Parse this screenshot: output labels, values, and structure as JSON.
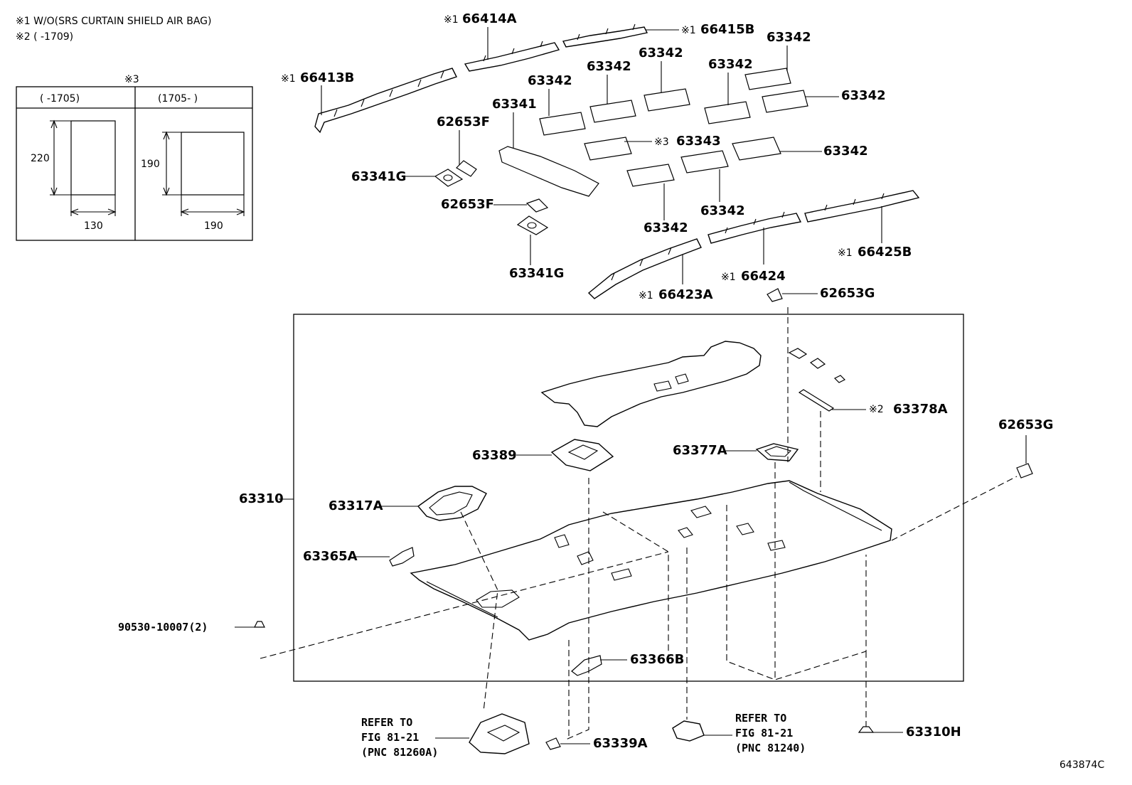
{
  "notes": {
    "note1": "※1 W/O(SRS CURTAIN SHIELD AIR BAG)",
    "note2": "※2 (       -1709)"
  },
  "inset": {
    "title": "※3",
    "col1_header": "(      -1705)",
    "col2_header": "(1705-       )",
    "col1_height": "220",
    "col1_width": "130",
    "col2_height": "190",
    "col2_width": "190"
  },
  "labels": {
    "p66413B": "66413B",
    "p66414A": "66414A",
    "p66415B": "66415B",
    "p63342_a": "63342",
    "p63342_b": "63342",
    "p63342_c": "63342",
    "p63342_d": "63342",
    "p63342_e": "63342",
    "p63342_f": "63342",
    "p63342_g": "63342",
    "p63342_h": "63342",
    "p63342_i": "63342",
    "p63341": "63341",
    "p62653F_a": "62653F",
    "p62653F_b": "62653F",
    "p63341G_a": "63341G",
    "p63341G_b": "63341G",
    "p63343": "63343",
    "p66425B": "66425B",
    "p66424": "66424",
    "p66423A": "66423A",
    "p62653G_a": "62653G",
    "p62653G_b": "62653G",
    "p63378A": "63378A",
    "p63389": "63389",
    "p63377A": "63377A",
    "p63310": "63310",
    "p63317A": "63317A",
    "p63365A": "63365A",
    "p90530": "90530-10007(2)",
    "p63366B": "63366B",
    "p63339A": "63339A",
    "p63310H": "63310H"
  },
  "marks": {
    "m1": "※1",
    "m2": "※2",
    "m3": "※3"
  },
  "refs": {
    "ref1_line1": "REFER TO",
    "ref1_line2": "FIG 81-21",
    "ref1_line3": "(PNC 81260A)",
    "ref2_line1": "REFER TO",
    "ref2_line2": "FIG 81-21",
    "ref2_line3": "(PNC 81240)"
  },
  "figure_id": "643874C"
}
